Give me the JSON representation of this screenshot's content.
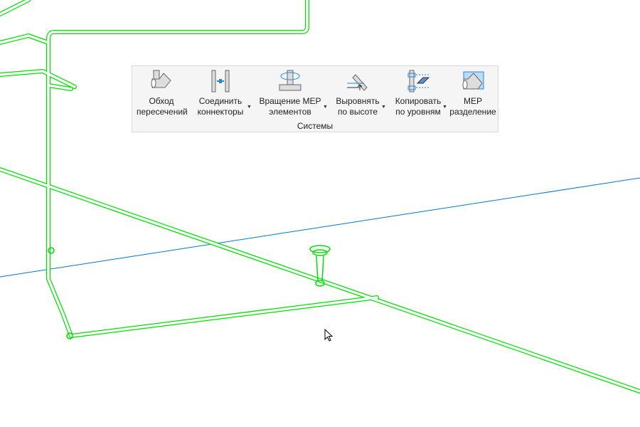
{
  "ribbon": {
    "panel_title": "Системы",
    "tools": [
      {
        "line1": "Обход",
        "line2": "пересечений",
        "icon": "pipe-bypass-icon",
        "dropdown": false
      },
      {
        "line1": "Соединить",
        "line2": "коннекторы",
        "icon": "connect-connectors-icon",
        "dropdown": true
      },
      {
        "line1": "Вращение MEP",
        "line2": "элементов",
        "icon": "rotate-mep-icon",
        "dropdown": true
      },
      {
        "line1": "Выровнять",
        "line2": "по высоте",
        "icon": "align-height-icon",
        "dropdown": true
      },
      {
        "line1": "Копировать",
        "line2": "по уровням",
        "icon": "copy-levels-icon",
        "dropdown": true
      },
      {
        "line1": "MEP",
        "line2": "разделение",
        "icon": "mep-split-icon",
        "dropdown": false
      }
    ]
  },
  "colors": {
    "pipe": "#00e000",
    "axis": "#0077cc",
    "accent": "#1e88e5"
  }
}
